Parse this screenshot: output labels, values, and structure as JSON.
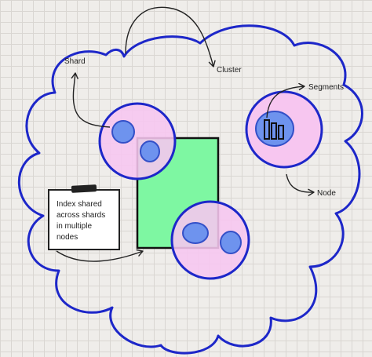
{
  "labels": {
    "shard": "Shard",
    "cluster": "Cluster",
    "segments": "Segments",
    "node": "Node"
  },
  "note": {
    "lines": [
      "Index shared",
      "across shards",
      "in multiple",
      "nodes"
    ]
  },
  "colors": {
    "cluster_outline": "#1d27c9",
    "node_fill": "#f7c6f0",
    "node_outline": "#1d27c9",
    "shard_fill": "#6e93ee",
    "shard_outline": "#3350c8",
    "index_fill": "#7ef7a2",
    "index_outline": "#111111",
    "arrow": "#222222",
    "note_border": "#222222",
    "tape": "#222222"
  }
}
